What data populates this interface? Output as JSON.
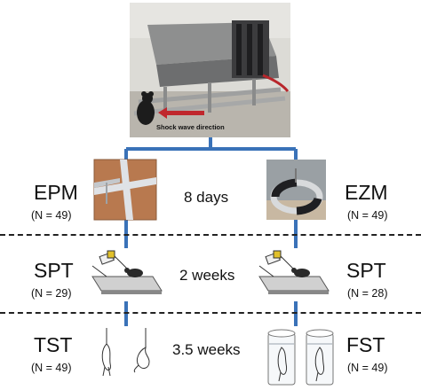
{
  "header_photo": {
    "arrow_label": "Shock wave direction"
  },
  "rows": [
    {
      "left_test": "EPM",
      "left_n": "(N = 49)",
      "duration": "8 days",
      "right_test": "EZM",
      "right_n": "(N = 49)"
    },
    {
      "left_test": "SPT",
      "left_n": "(N = 29)",
      "duration": "2 weeks",
      "right_test": "SPT",
      "right_n": "(N = 28)"
    },
    {
      "left_test": "TST",
      "left_n": "(N = 49)",
      "duration": "3.5 weeks",
      "right_test": "FST",
      "right_n": "(N = 49)"
    }
  ],
  "colors": {
    "connector": "#3a72b8",
    "arrow": "#c0272d",
    "divider": "#222222"
  }
}
